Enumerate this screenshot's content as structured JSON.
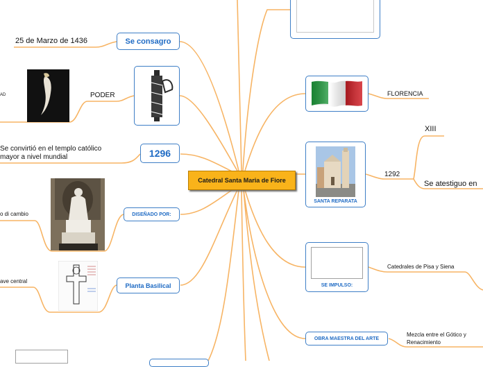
{
  "central": {
    "title": "Catedral Santa Maria de Fiore"
  },
  "left": {
    "consagro": {
      "label": "Se consagro",
      "detail": "25 de Marzo de 1436"
    },
    "poder": {
      "label": "PODER",
      "cut_text": "AD"
    },
    "year": {
      "label": "1296",
      "detail_line1": "Se convirtió en el templo católico",
      "detail_line2": "mayor a nivel mundial"
    },
    "disenado": {
      "label": "DISEÑADO POR:",
      "detail": "o di cambio"
    },
    "planta": {
      "label": "Planta Basilical",
      "detail": "ave central"
    }
  },
  "right": {
    "florencia": {
      "label": "FLORENCIA"
    },
    "reparata": {
      "caption": "SANTA REPARATA",
      "year": "1292",
      "sub1": "XIII",
      "sub2": "Se atestiguo en"
    },
    "impulso": {
      "caption": "SE IMPULSO:",
      "detail": "Catedrales de Pisa y Siena"
    },
    "obra": {
      "label": "OBRA MAESTRA DEL ARTE",
      "detail_line1": "Mezcla entre el Gótico y",
      "detail_line2": "Renacimiento"
    }
  },
  "colors": {
    "central_fill": "#f9b31a",
    "node_border": "#3d7ec6",
    "node_text": "#1f6bc4",
    "link": "#f6a94f"
  }
}
